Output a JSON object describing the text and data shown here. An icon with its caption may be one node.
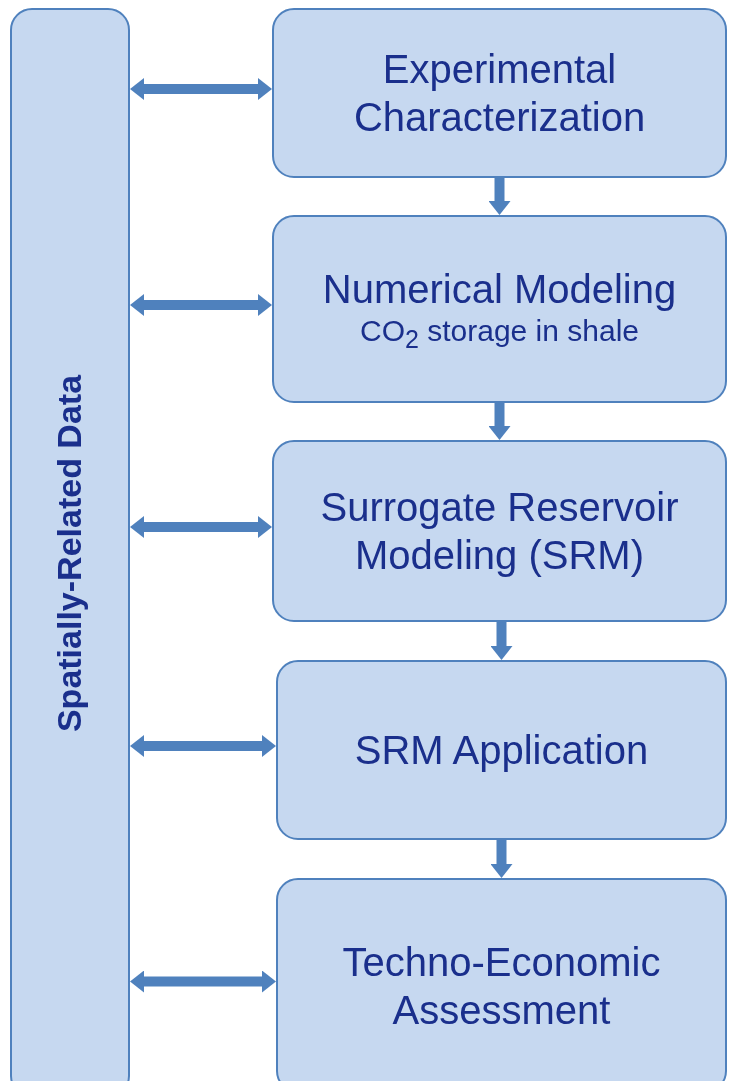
{
  "diagram": {
    "nodes": [
      {
        "text": [
          "Spatially-Related Data"
        ]
      },
      {
        "text": [
          "Experimental Characterization"
        ]
      },
      {
        "text": [
          "Numerical Modeling",
          "CO$_{2}$ storage in shale"
        ]
      },
      {
        "text": [
          "Surrogate Reservoir Modeling (SRM)"
        ]
      },
      {
        "text": [
          "SRM Application"
        ]
      },
      {
        "text": [
          "Techno-Economic Assessment"
        ]
      }
    ],
    "edges": [
      {
        "from": 0,
        "to": 1,
        "arrow": "both"
      },
      {
        "from": 0,
        "to": 2,
        "arrow": "both"
      },
      {
        "from": 0,
        "to": 3,
        "arrow": "both"
      },
      {
        "from": 0,
        "to": 4,
        "arrow": "both"
      },
      {
        "from": 0,
        "to": 5,
        "arrow": "both"
      },
      {
        "from": 1,
        "to": 2,
        "arrow": "to"
      },
      {
        "from": 2,
        "to": 3,
        "arrow": "to"
      },
      {
        "from": 3,
        "to": 4,
        "arrow": "to"
      },
      {
        "from": 4,
        "to": 5,
        "arrow": "to"
      }
    ]
  }
}
